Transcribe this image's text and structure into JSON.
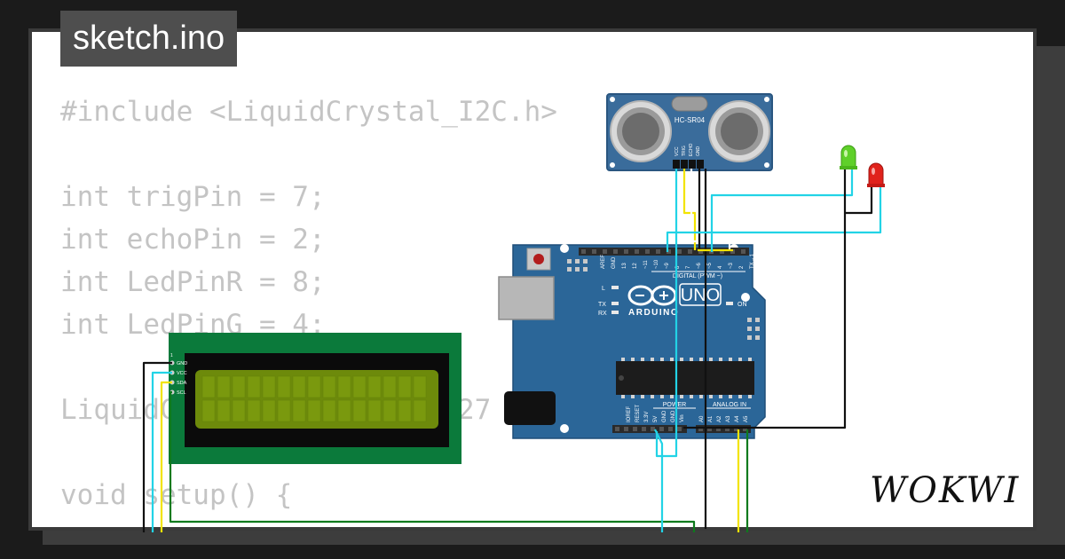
{
  "file_tab": {
    "label": "sketch.ino"
  },
  "code_lines": [
    "#include <LiquidCrystal_I2C.h>",
    "",
    "int trigPin = 7;",
    "int echoPin = 2;",
    "int LedPinR = 8;",
    "int LedPinG = 4;",
    "",
    "LiquidCrystal_I2C lcd(0x27",
    "",
    "void setup() {",
    ""
  ],
  "sensor": {
    "label": "HC-SR04",
    "pins": [
      "VCC",
      "TRIG",
      "ECHO",
      "GND"
    ]
  },
  "board": {
    "model_label": "UNO",
    "brand_label": "ARDUINO",
    "digital_label": "DIGITAL (PWM ~)",
    "power_label": "POWER",
    "analog_label": "ANALOG IN",
    "on_label": "ON",
    "l_label": "L",
    "tx_label": "TX",
    "rx_label": "RX",
    "digital_pins": [
      "AREF",
      "GND",
      "13",
      "12",
      "~11",
      "~10",
      "~9",
      "8",
      "7",
      "~6",
      "~5",
      "4",
      "~3",
      "2",
      "TX→1",
      "RX←0"
    ],
    "power_pins": [
      "IOREF",
      "RESET",
      "3.3V",
      "5V",
      "GND",
      "GND",
      "Vin"
    ],
    "analog_pins": [
      "A0",
      "A1",
      "A2",
      "A3",
      "A4",
      "A5"
    ]
  },
  "lcd": {
    "pins": [
      "GND",
      "VCC",
      "SDA",
      "SCL"
    ],
    "pin1_label": "1"
  },
  "logo": {
    "text": "WOKWI"
  },
  "colors": {
    "board": "#2b6698",
    "lcd_pcb": "#0b7a3b",
    "lcd_screen": "#6d8a0b",
    "sensor_pcb": "#3a6c9b",
    "wire_cyan": "#22d3e6",
    "wire_green": "#0e7a1d",
    "wire_yellow": "#f2e400",
    "wire_black": "#111111",
    "led_green": "#5fd02a",
    "led_red": "#e0221c"
  }
}
